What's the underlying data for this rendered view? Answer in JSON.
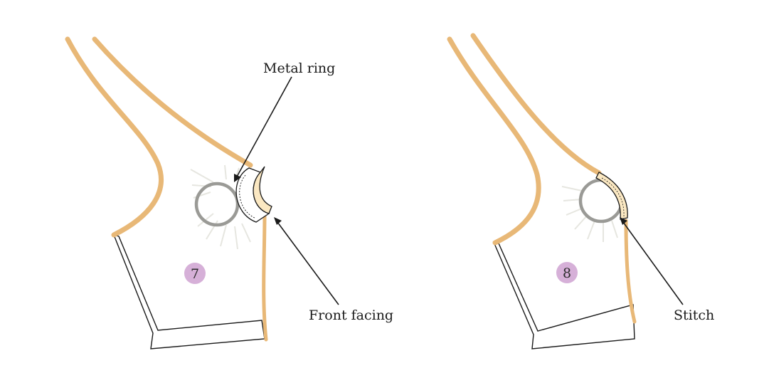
{
  "labels": {
    "metal_ring": "Metal ring",
    "front_facing": "Front facing",
    "stitch": "Stitch"
  },
  "steps": {
    "left": "7",
    "right": "8"
  },
  "colors": {
    "strap": "#e8b877",
    "facing": "#fbe8c2",
    "ring": "#9a9a96",
    "rays": "#e6e6e0",
    "badge": "#d6b0d8",
    "outline": "#1a1a1a"
  }
}
